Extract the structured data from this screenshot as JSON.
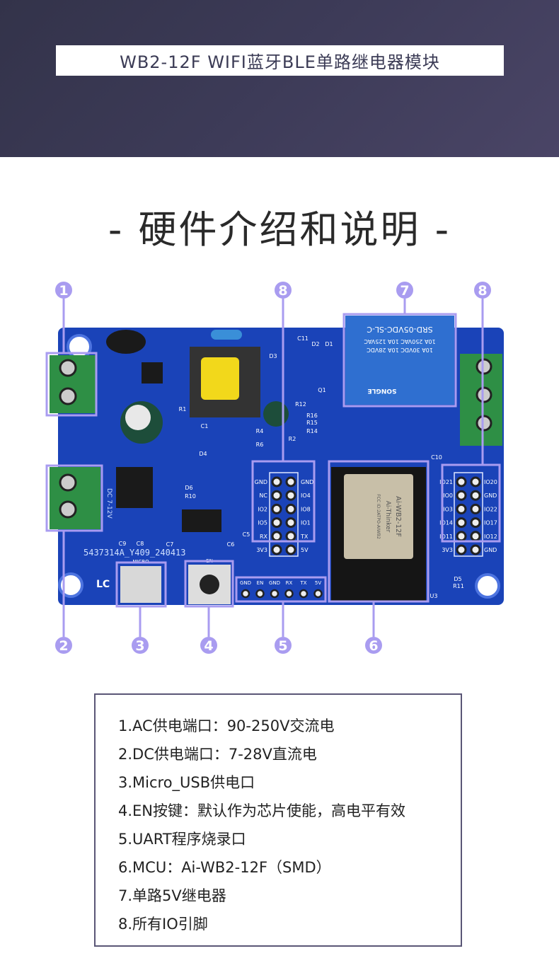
{
  "header": {
    "title": "WB2-12F WIFI蓝牙BLE单路继电器模块"
  },
  "section_title": "- 硬件介绍和说明 -",
  "callouts": [
    "1",
    "2",
    "3",
    "4",
    "5",
    "6",
    "7",
    "8",
    "8"
  ],
  "board": {
    "silk_serial": "5437314A_Y409_240413",
    "logo": "LC",
    "dc_label": "DC 7-12V",
    "micro_label": "MICRO",
    "en_label": "EN",
    "relay": {
      "model": "SRD-05VDC-SL-C",
      "brand": "SONGLE",
      "rating1": "10A 250VAC  10A 125VAC",
      "rating2": "10A 30VDC  10A 28VDC"
    },
    "module": {
      "name": "Ai-WB2-12F",
      "maker": "Ai-Thinker",
      "fcc": "FCC ID:2ATPO-AIWB2"
    },
    "header_left": {
      "left": [
        "GND",
        "NC",
        "IO2",
        "IO5",
        "RX",
        "3V3"
      ],
      "right": [
        "GND",
        "IO4",
        "IO8",
        "IO1",
        "TX",
        "5V"
      ]
    },
    "header_right": {
      "left": [
        "IO21",
        "IO0",
        "IO3",
        "IO14",
        "IO11",
        "3V3"
      ],
      "right": [
        "IO20",
        "GND",
        "IO22",
        "IO17",
        "IO12",
        "GND"
      ]
    },
    "uart_pins": [
      "GND",
      "EN",
      "GND",
      "RX",
      "TX",
      "5V"
    ],
    "parts": [
      "C11",
      "D2",
      "D1",
      "D3",
      "R1",
      "C1",
      "D4",
      "R4",
      "R6",
      "R2",
      "R12",
      "Q1",
      "R16",
      "R15",
      "R14",
      "D6",
      "R10",
      "C9",
      "C8",
      "C7",
      "C6",
      "C5",
      "C10",
      "D5",
      "R11",
      "U3"
    ]
  },
  "description": [
    "1.AC供电端口：90-250V交流电",
    "2.DC供电端口：7-28V直流电",
    "3.Micro_USB供电口",
    "4.EN按键：默认作为芯片使能，高电平有效",
    "5.UART程序烧录口",
    "6.MCU：Ai-WB2-12F（SMD）",
    "7.单路5V继电器",
    "8.所有IO引脚"
  ],
  "colors": {
    "callout": "#a99cf0",
    "pcb": "#1a43b8",
    "header_bg": "#3d3b58"
  }
}
